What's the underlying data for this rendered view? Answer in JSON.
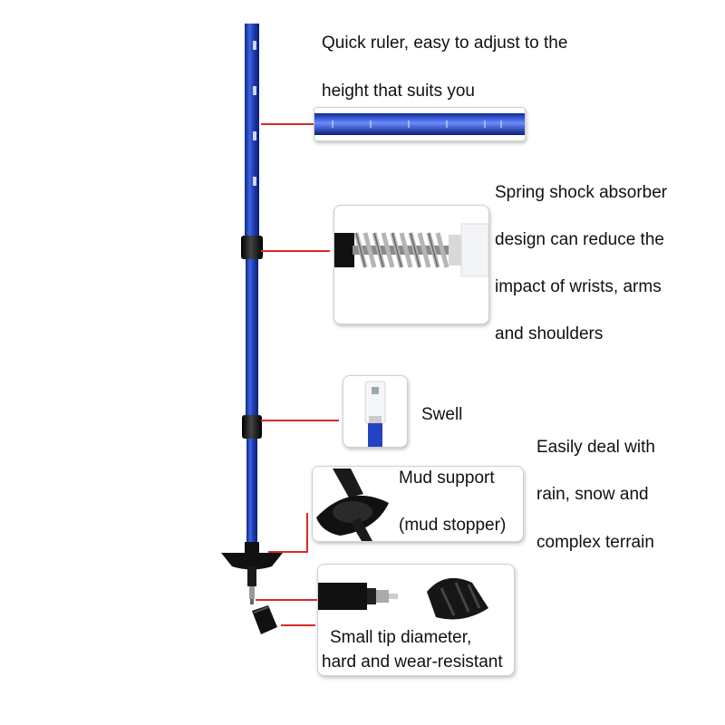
{
  "colors": {
    "pole_blue": "#1f3fb8",
    "leader_red": "#d62a2a",
    "rubber_black": "#151515"
  },
  "annotations": {
    "ruler": {
      "line1": "Quick ruler, easy to adjust to the",
      "line2": "height that suits you"
    },
    "spring": {
      "line1": "Spring shock absorber",
      "line2": "design can reduce the",
      "line3": "impact of wrists, arms",
      "line4": "and shoulders"
    },
    "swell": {
      "label": "Swell"
    },
    "terrain": {
      "line1": "Easily deal with",
      "line2": "rain, snow and",
      "line3": "complex terrain"
    },
    "mud": {
      "line1": "Mud support",
      "line2": "(mud stopper)"
    },
    "tip": {
      "line1": "Small tip diameter,",
      "line2": "hard and wear-resistant"
    }
  }
}
